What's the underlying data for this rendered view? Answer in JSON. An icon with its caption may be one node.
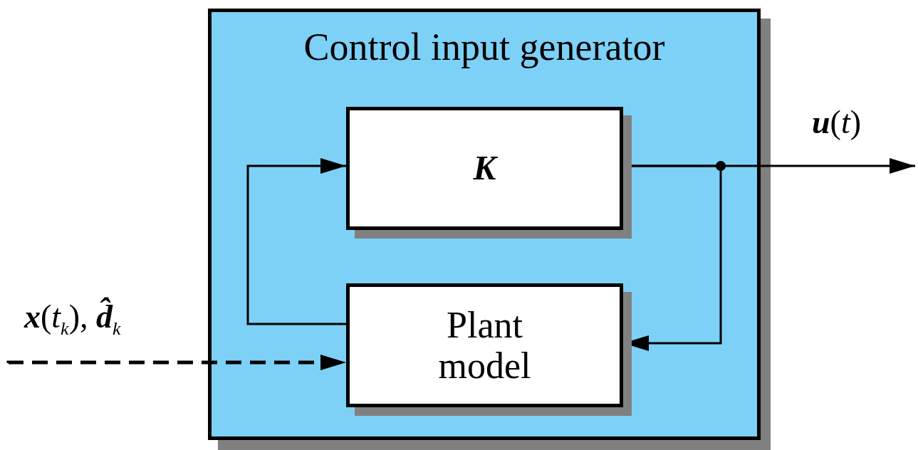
{
  "diagram": {
    "nodes": [
      {
        "text": [
          "Control input generator"
        ]
      },
      {
        "text": [
          "K"
        ],
        "in": 0
      },
      {
        "text": [
          "Plant model"
        ],
        "in": 0
      }
    ],
    "edges": [
      {
        "from": 2,
        "to": 1,
        "arrow": "to"
      },
      {
        "from": 1,
        "to": null,
        "arrow": "to",
        "label": "**u**(*t*)"
      },
      {
        "from": 1,
        "to": 2,
        "arrow": "to"
      },
      {
        "from": null,
        "to": 2,
        "arrow": "to",
        "style": "dashed",
        "label": "**x**(*t*$_{k}$),  **d̂**$_{k}$"
      }
    ]
  }
}
